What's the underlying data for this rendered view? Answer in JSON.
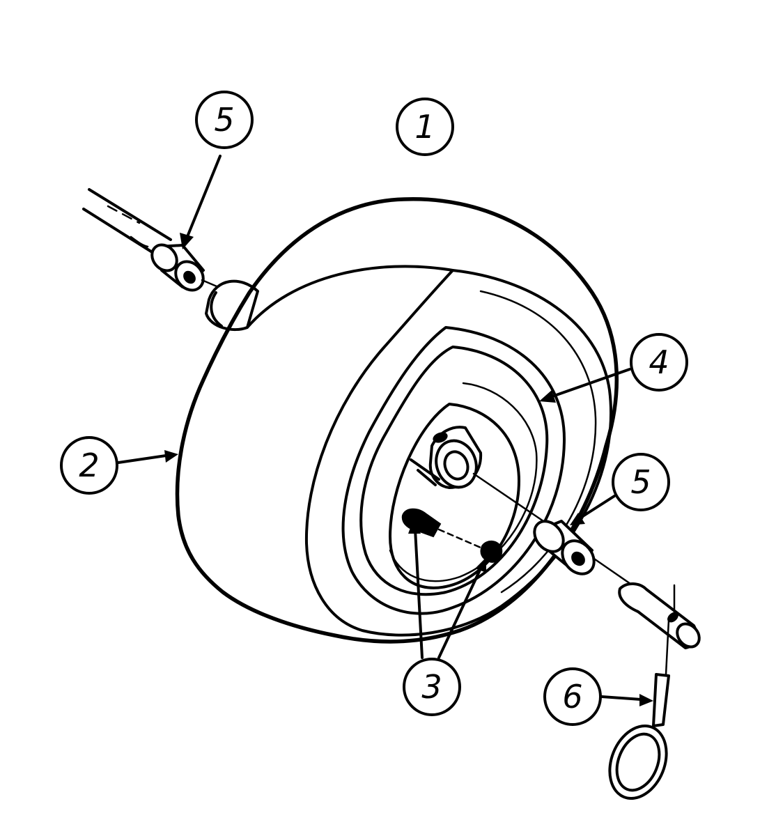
{
  "callouts": [
    {
      "id": "1",
      "label": "1"
    },
    {
      "id": "2",
      "label": "2"
    },
    {
      "id": "3",
      "label": "3"
    },
    {
      "id": "4",
      "label": "4"
    },
    {
      "id": "5a",
      "label": "5"
    },
    {
      "id": "5b",
      "label": "5"
    },
    {
      "id": "6",
      "label": "6"
    }
  ]
}
